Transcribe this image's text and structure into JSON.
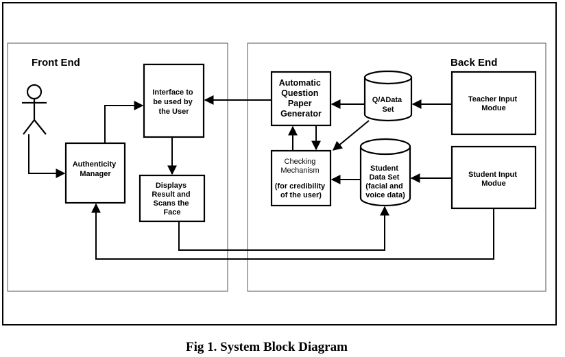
{
  "sections": {
    "front_end": "Front End",
    "back_end": "Back End"
  },
  "boxes": {
    "interface": [
      "Interface to",
      "be used by",
      "the User"
    ],
    "authenticity": [
      "Authenticity",
      "Manager"
    ],
    "displays": [
      "Displays",
      "Result and",
      "Scans the",
      "Face"
    ],
    "generator": [
      "Automatic",
      "Question",
      "Paper",
      "Generator"
    ],
    "checking": [
      "Checking",
      "Mechanism",
      "",
      "(for credibility",
      "of the user)"
    ],
    "qa_data": [
      "Q/AData",
      "Set"
    ],
    "student_data": [
      "Student",
      "Data Set",
      "(facial and",
      "voice data)"
    ],
    "teacher_input": [
      "Teacher Input",
      "Modue"
    ],
    "student_input": [
      "Student Input",
      "Modue"
    ]
  },
  "caption": "Fig 1.  System Block Diagram"
}
